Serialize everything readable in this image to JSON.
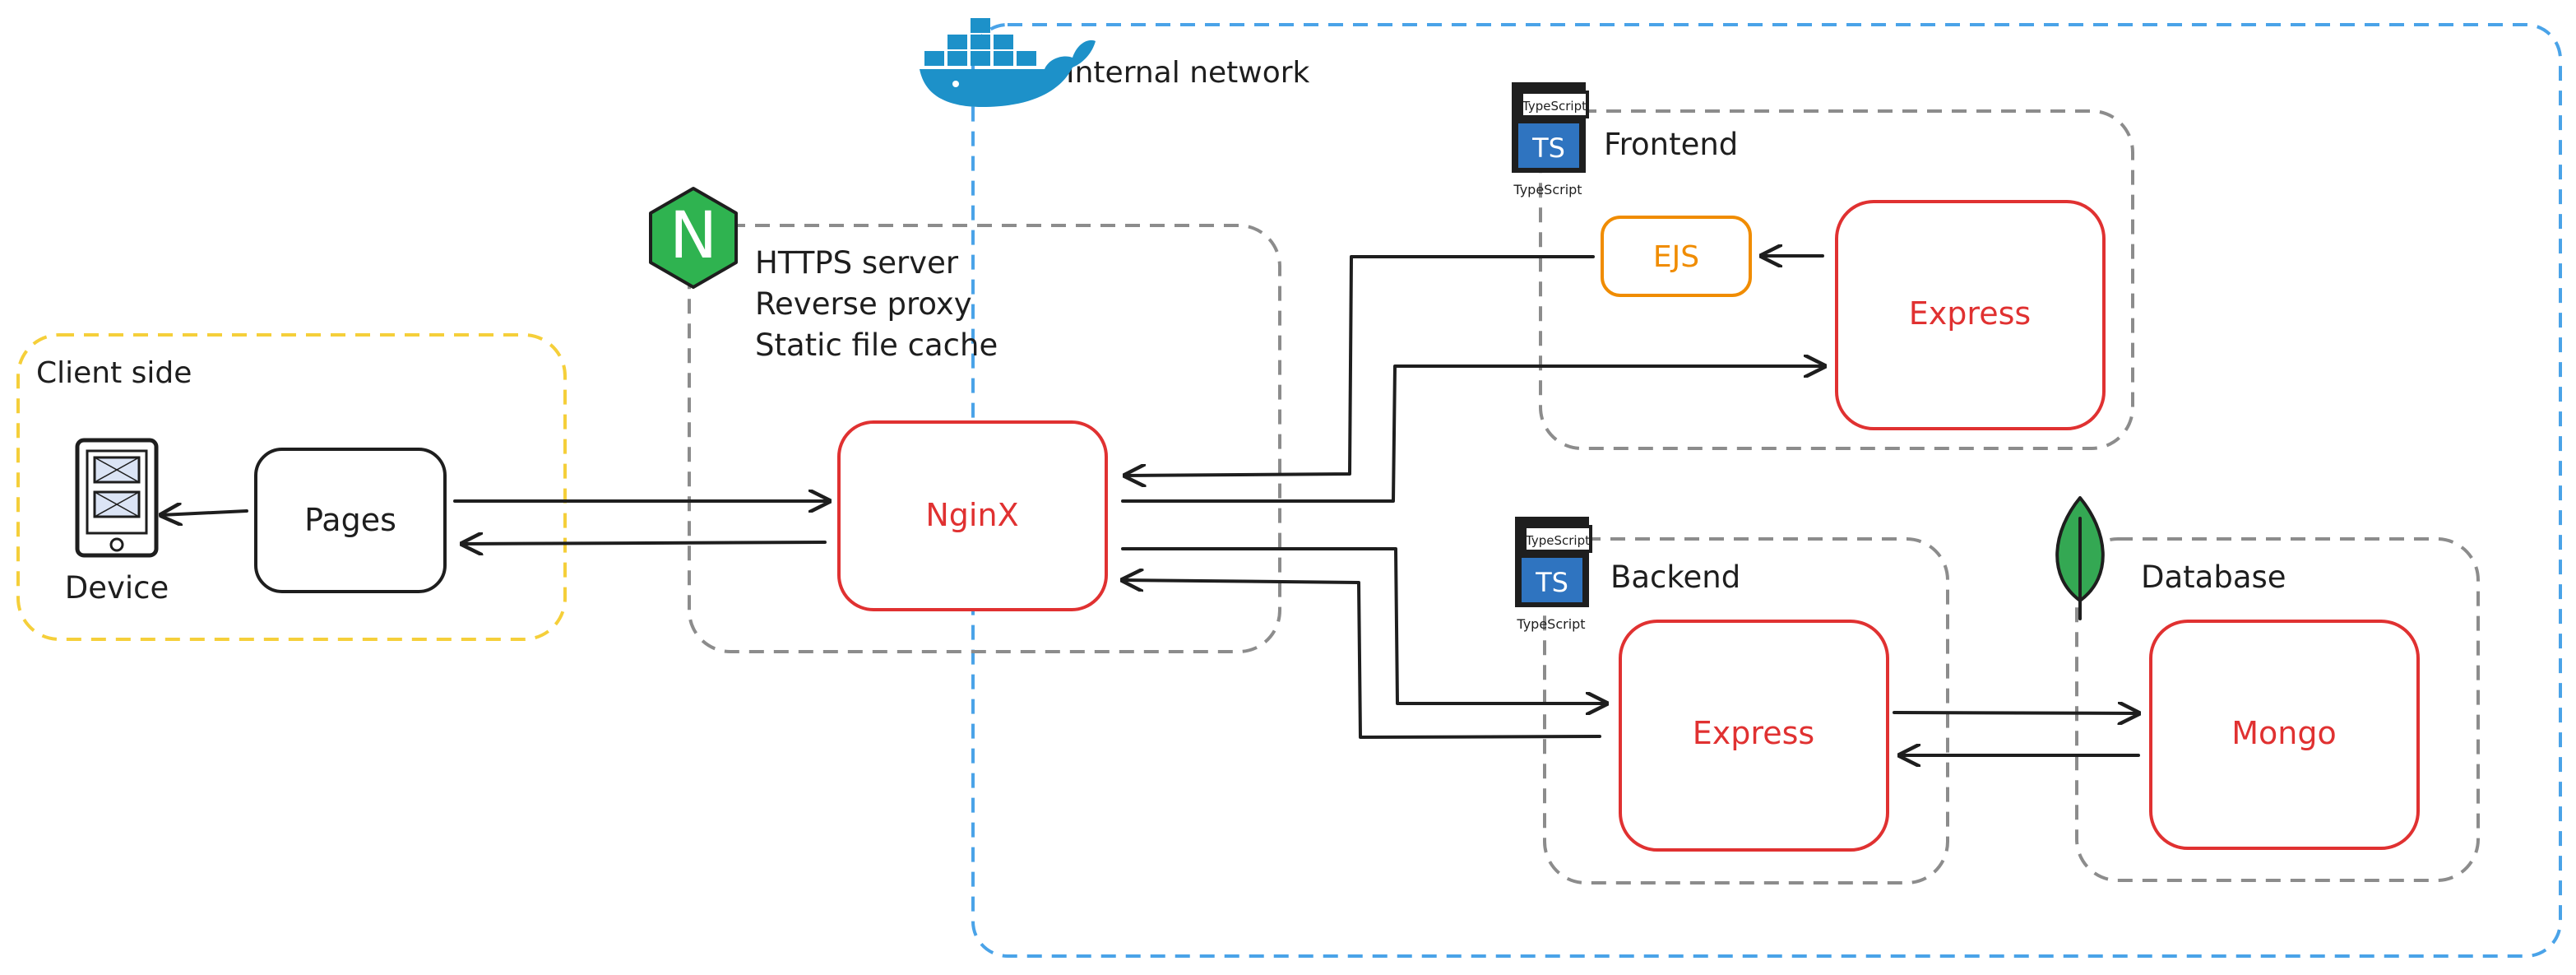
{
  "groups": {
    "client": {
      "label": "Client side"
    },
    "internal": {
      "label": "Internal network"
    },
    "nginx_group": {
      "lines": [
        "HTTPS server",
        "Reverse proxy",
        "Static file cache"
      ]
    },
    "frontend": {
      "label": "Frontend"
    },
    "backend": {
      "label": "Backend"
    },
    "database": {
      "label": "Database"
    }
  },
  "nodes": {
    "device": {
      "label": "Device"
    },
    "pages": {
      "label": "Pages"
    },
    "nginx": {
      "label": "NginX"
    },
    "ejs": {
      "label": "EJS"
    },
    "frontend_express": {
      "label": "Express"
    },
    "backend_express": {
      "label": "Express"
    },
    "mongo": {
      "label": "Mongo"
    }
  },
  "icons": {
    "nginx_logo": {
      "letter": "N"
    },
    "typescript_frontend": {
      "badge_text": "TS",
      "tab_text": "TypeScript",
      "caption": "TypeScript"
    },
    "typescript_backend": {
      "badge_text": "TS",
      "tab_text": "TypeScript",
      "caption": "TypeScript"
    }
  },
  "colors": {
    "client_border": "#f5cf3a",
    "internal_border": "#4aa3e8",
    "group_border": "#8c8c8c",
    "service_border": "#e03131",
    "ejs_border": "#f08c00",
    "nginx_logo": "#2fb350",
    "docker_logo": "#1d91c9",
    "mongo_leaf": "#34a853",
    "typescript": "#2f74c0",
    "stroke": "#1e1e1e"
  }
}
